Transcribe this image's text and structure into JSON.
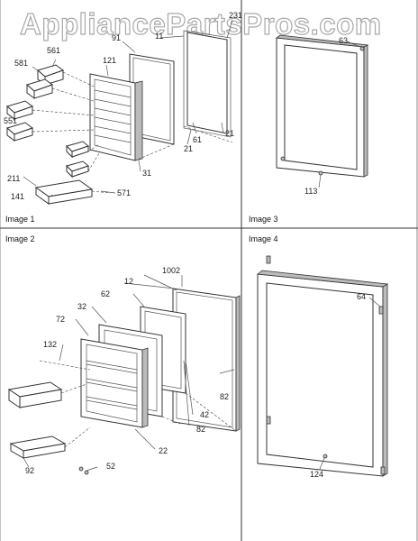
{
  "watermark": "AppliancePartsPros.com",
  "panels": [
    {
      "caption": "Image 1"
    },
    {
      "caption": "Image 3"
    },
    {
      "caption": "Image 2"
    },
    {
      "caption": "Image 4"
    }
  ],
  "callouts": {
    "image1": [
      "91",
      "11",
      "231",
      "561",
      "581",
      "121",
      "551",
      "61",
      "21",
      "21",
      "31",
      "211",
      "141",
      "571"
    ],
    "image3": [
      "63",
      "113"
    ],
    "image2": [
      "1002",
      "12",
      "62",
      "32",
      "72",
      "132",
      "82",
      "42",
      "82",
      "22",
      "92",
      "52"
    ],
    "image4": [
      "64",
      "124"
    ]
  }
}
